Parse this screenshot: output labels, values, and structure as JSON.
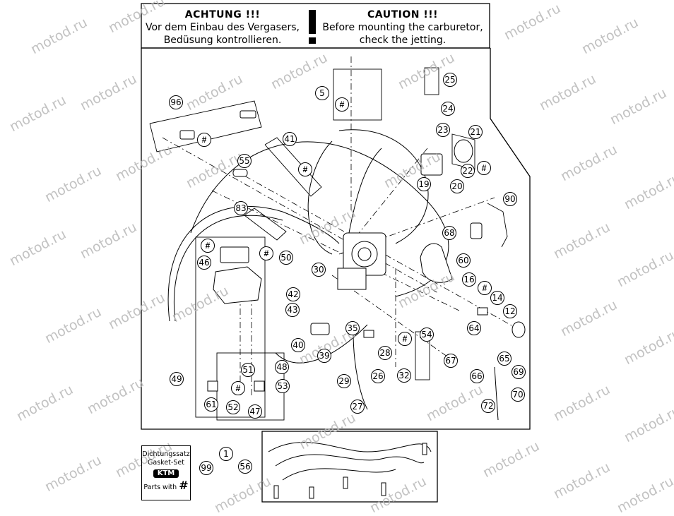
{
  "header": {
    "de_title": "ACHTUNG !!!",
    "de_line1": "Vor dem Einbau des Vergasers,",
    "de_line2": "Bedüsung kontrollieren.",
    "en_title": "CAUTION !!!",
    "en_line1": "Before mounting the carburetor,",
    "en_line2": "check the jetting.",
    "warning_symbol": "!"
  },
  "legend": {
    "line1": "Dichtungssatz",
    "line2": "Gasket-Set",
    "logo": "KTM",
    "parts_with": "Parts with",
    "hash": "#"
  },
  "watermark": "motod.ru",
  "callouts": [
    "96",
    "5",
    "25",
    "24",
    "23",
    "21",
    "41",
    "55",
    "22",
    "19",
    "20",
    "90",
    "83",
    "68",
    "50",
    "46",
    "60",
    "30",
    "16",
    "14",
    "42",
    "43",
    "12",
    "35",
    "54",
    "64",
    "40",
    "39",
    "28",
    "67",
    "65",
    "69",
    "48",
    "51",
    "29",
    "26",
    "32",
    "66",
    "49",
    "53",
    "70",
    "61",
    "52",
    "47",
    "27",
    "72",
    "1",
    "56",
    "99"
  ],
  "hash_symbol": "#"
}
